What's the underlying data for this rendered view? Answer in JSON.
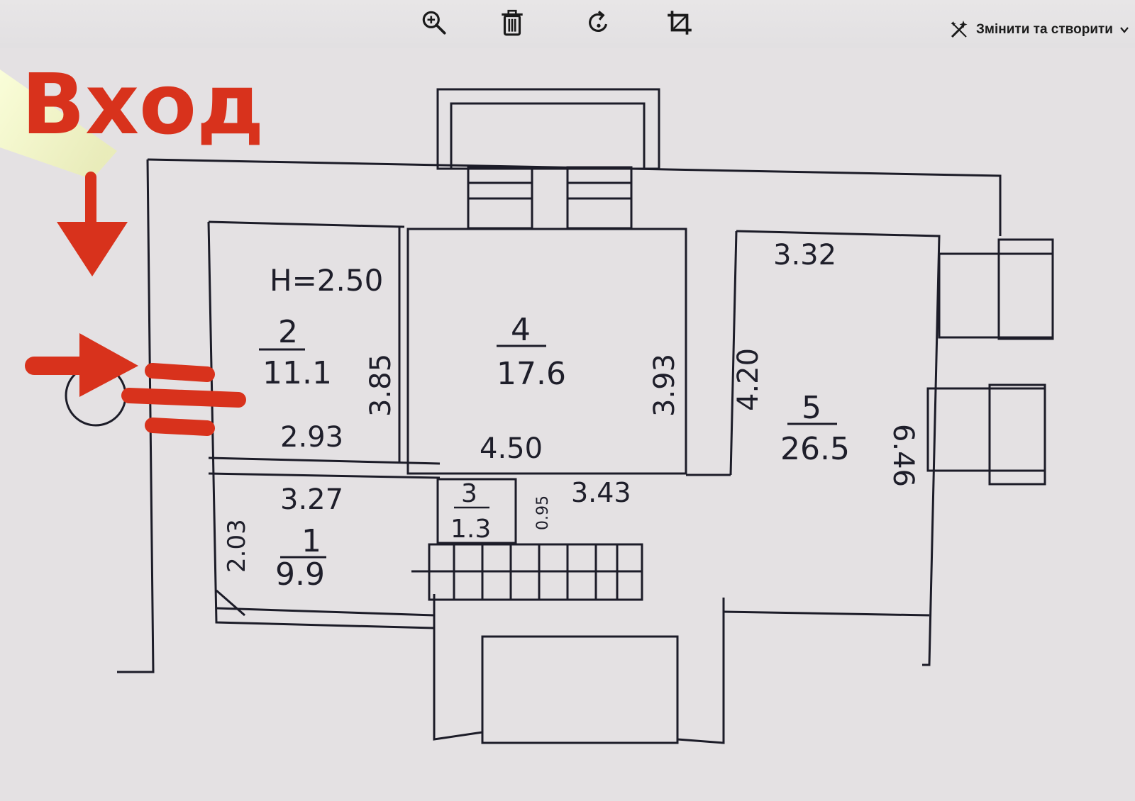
{
  "toolbar": {
    "icons": [
      "zoom-in-icon",
      "trash-icon",
      "rotate-icon",
      "crop-icon"
    ],
    "edit_create_label": "Змінити та створити",
    "edit_create_icon": "magic-wand-icon",
    "chevron_icon": "chevron-down-icon"
  },
  "annotation": {
    "entrance_text": "Вход",
    "color": "#d8321c"
  },
  "plan": {
    "height_label": "H=2.50",
    "rooms": [
      {
        "number": "1",
        "area": "9.9"
      },
      {
        "number": "2",
        "area": "11.1"
      },
      {
        "number": "3",
        "area": "1.3"
      },
      {
        "number": "4",
        "area": "17.6"
      },
      {
        "number": "5",
        "area": "26.5"
      }
    ],
    "dimensions": {
      "room2_height": "3.85",
      "room2_width": "2.93",
      "room4_height": "3.93",
      "room4_width": "4.50",
      "room5_top": "3.32",
      "room5_left": "4.20",
      "room5_right": "6.46",
      "room1_width": "3.27",
      "room1_height": "2.03",
      "corridor_width": "3.43",
      "corridor_small": "0.95"
    },
    "line_color": "#1c1c28"
  }
}
